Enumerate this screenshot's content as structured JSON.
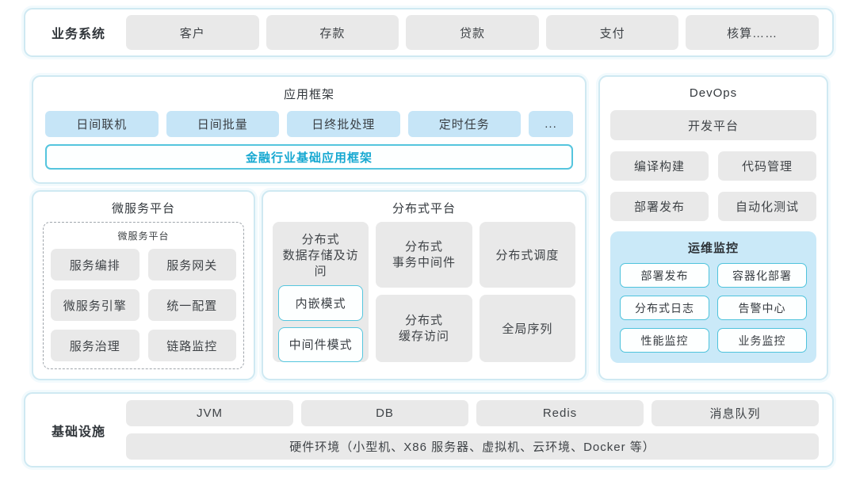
{
  "colors": {
    "panel_border": "#cfe9f2",
    "gray_button": "#e9e9e9",
    "blue_button": "#c6e5f7",
    "cyan_border": "#55c5de",
    "cyan_text": "#16a8d1",
    "ops_background": "#cae9f8",
    "text": "#3f4347"
  },
  "business": {
    "label": "业务系统",
    "items": [
      "客户",
      "存款",
      "贷款",
      "支付",
      "核算……"
    ]
  },
  "app_framework": {
    "title": "应用框架",
    "items": [
      "日间联机",
      "日间批量",
      "日终批处理",
      "定时任务",
      "..."
    ],
    "banner": "金融行业基础应用框架"
  },
  "microservice": {
    "title": "微服务平台",
    "inner_title": "微服务平台",
    "items": [
      "服务编排",
      "服务网关",
      "微服务引擎",
      "统一配置",
      "服务治理",
      "链路监控"
    ]
  },
  "distributed": {
    "title": "分布式平台",
    "storage": {
      "label": "分布式\n数据存储及访问",
      "modes": [
        "内嵌模式",
        "中间件模式"
      ]
    },
    "items": [
      "分布式\n事务中间件",
      "分布式调度",
      "分布式\n缓存访问",
      "全局序列"
    ]
  },
  "devops": {
    "title": "DevOps",
    "platform": "开发平台",
    "items": [
      "编译构建",
      "代码管理",
      "部署发布",
      "自动化测试"
    ],
    "ops": {
      "title": "运维监控",
      "items": [
        "部署发布",
        "容器化部署",
        "分布式日志",
        "告警中心",
        "性能监控",
        "业务监控"
      ]
    }
  },
  "infrastructure": {
    "label": "基础设施",
    "items": [
      "JVM",
      "DB",
      "Redis",
      "消息队列"
    ],
    "hardware": "硬件环境（小型机、X86 服务器、虚拟机、云环境、Docker 等）"
  }
}
